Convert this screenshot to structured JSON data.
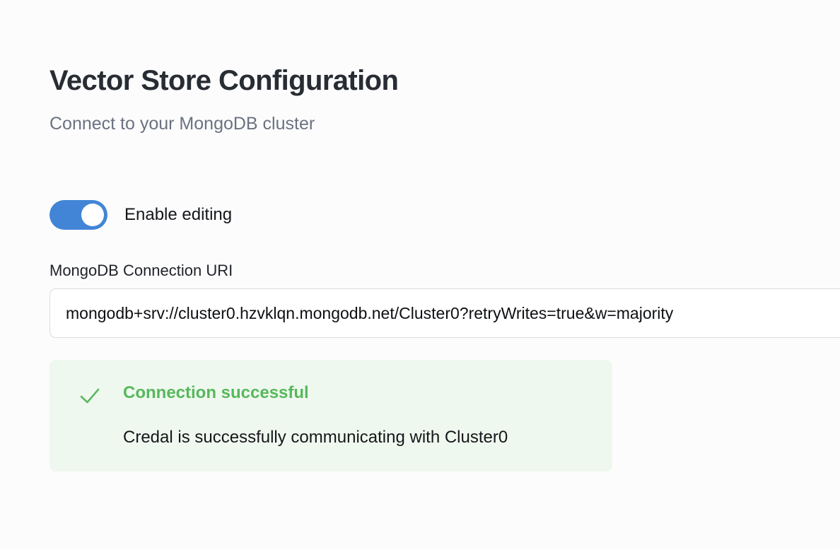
{
  "header": {
    "title": "Vector Store Configuration",
    "subtitle": "Connect to your MongoDB cluster"
  },
  "editing_toggle": {
    "label": "Enable editing",
    "state": "on",
    "on_color": "#4285d6",
    "knob_color": "#ffffff"
  },
  "connection_field": {
    "label": "MongoDB Connection URI",
    "value": "mongodb+srv://cluster0.hzvklqn.mongodb.net/Cluster0?retryWrites=true&w=majority",
    "placeholder": "mongodb+srv://...",
    "border_color": "#dcdcdf"
  },
  "status_banner": {
    "icon": "check-icon",
    "title": "Connection successful",
    "message": "Credal is successfully communicating with Cluster0",
    "title_color": "#57b85c",
    "icon_color": "#5cb860",
    "background_color": "#eff8ef"
  },
  "theme": {
    "page_background": "#fcfcfd",
    "title_color": "#282c33",
    "subtitle_color": "#6b7280",
    "body_text_color": "#15171a"
  }
}
